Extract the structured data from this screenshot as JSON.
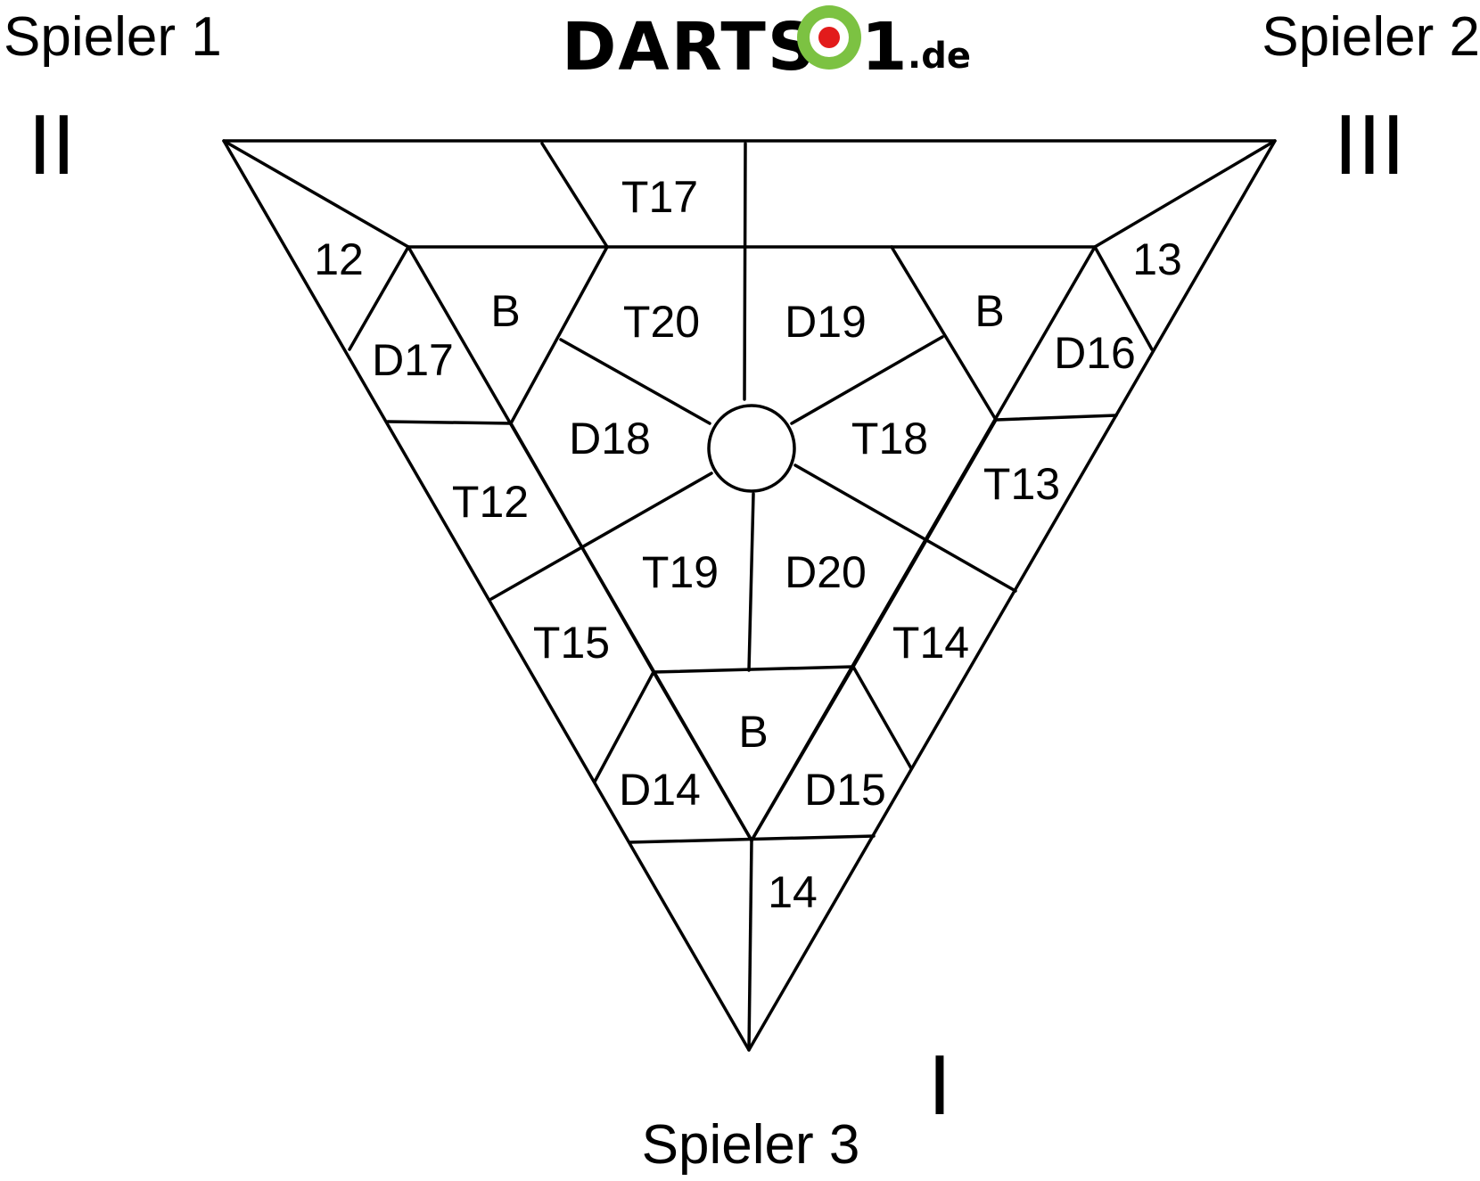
{
  "players": {
    "player1": "Spieler 1",
    "player2": "Spieler 2",
    "player3": "Spieler 3"
  },
  "roman": {
    "left": "II",
    "right": "III",
    "bottom": "I"
  },
  "logo": {
    "word": "DARTS",
    "digit": "1",
    "tld": ".de",
    "colors": {
      "outer_ring": "#7cc242",
      "inner_ring": "#ffffff",
      "bull": "#e21b1b"
    }
  },
  "regions": {
    "t17": "T17",
    "n12": "12",
    "n13": "13",
    "b_left": "B",
    "b_right": "B",
    "b_bottom": "B",
    "t20": "T20",
    "d19": "D19",
    "d17": "D17",
    "d16": "D16",
    "d18": "D18",
    "t18": "T18",
    "t12": "T12",
    "t13": "T13",
    "t19": "T19",
    "d20": "D20",
    "t15": "T15",
    "t14": "T14",
    "d14": "D14",
    "d15": "D15",
    "n14": "14"
  }
}
